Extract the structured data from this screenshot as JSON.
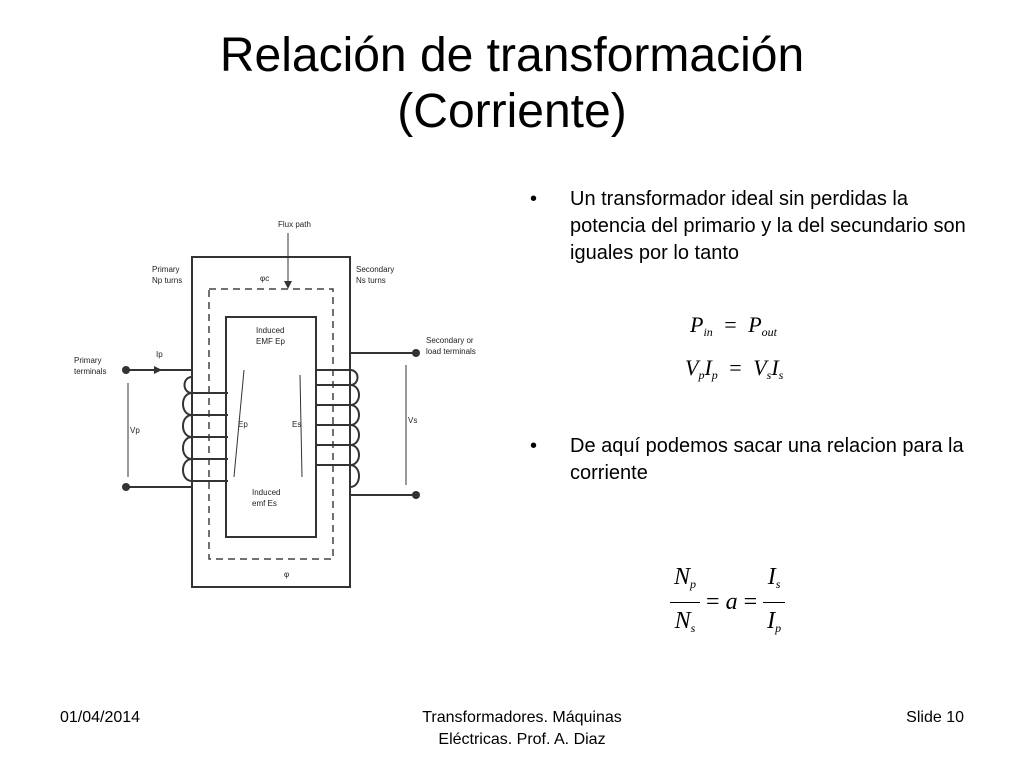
{
  "slide": {
    "title_line1": "Relación de transformación",
    "title_line2": "(Corriente)",
    "bullet1": "Un transformador ideal sin perdidas la potencia del primario y la del secundario son iguales por lo tanto",
    "bullet2": "De aquí podemos sacar una relacion para la corriente"
  },
  "equations": {
    "eq1": {
      "P": "P",
      "in": "in",
      "equals": "=",
      "out": "out"
    },
    "eq2": {
      "V": "V",
      "I": "I",
      "p": "p",
      "s": "s",
      "equals": "="
    },
    "eq3": {
      "N": "N",
      "I": "I",
      "p": "p",
      "s": "s",
      "a": "a",
      "equals": "="
    }
  },
  "diagram": {
    "flux_path": "Flux path",
    "phi_c": "φc",
    "phi": "φ",
    "primary_turns_1": "Primary",
    "primary_turns_2": "Np turns",
    "secondary_turns_1": "Secondary",
    "secondary_turns_2": "Ns turns",
    "primary_terminals_1": "Primary",
    "primary_terminals_2": "terminals",
    "secondary_terminals_1": "Secondary or",
    "secondary_terminals_2": "load terminals",
    "induced_emf_p_1": "Induced",
    "induced_emf_p_2": "EMF Ep",
    "induced_emf_s_1": "Induced",
    "induced_emf_s_2": "emf Es",
    "ip": "Ip",
    "vp": "Vp",
    "vs": "Vs",
    "ep": "Ep",
    "es": "Es"
  },
  "footer": {
    "date": "01/04/2014",
    "center_line1": "Transformadores. Máquinas",
    "center_line2": "Eléctricas. Prof. A. Diaz",
    "slide_number": "Slide 10"
  }
}
